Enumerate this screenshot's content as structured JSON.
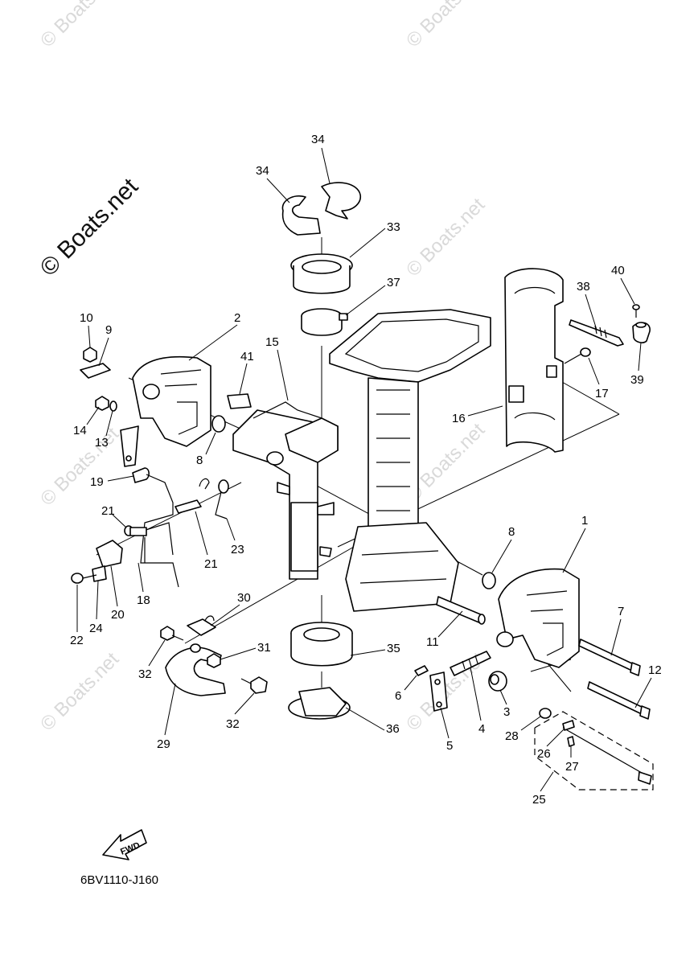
{
  "watermarks": {
    "brand_large": "© Boats.net",
    "brand_small": "© Boats.net"
  },
  "diagram": {
    "drawing_code": "6BV1110-J160",
    "fwd_label": "FWD"
  },
  "callouts": [
    "1",
    "2",
    "3",
    "4",
    "5",
    "6",
    "7",
    "8",
    "8",
    "9",
    "10",
    "11",
    "12",
    "13",
    "14",
    "15",
    "16",
    "17",
    "18",
    "19",
    "20",
    "21",
    "21",
    "22",
    "23",
    "24",
    "25",
    "26",
    "27",
    "28",
    "29",
    "30",
    "31",
    "32",
    "32",
    "33",
    "34",
    "34",
    "35",
    "36",
    "37",
    "38",
    "39",
    "40",
    "41"
  ]
}
